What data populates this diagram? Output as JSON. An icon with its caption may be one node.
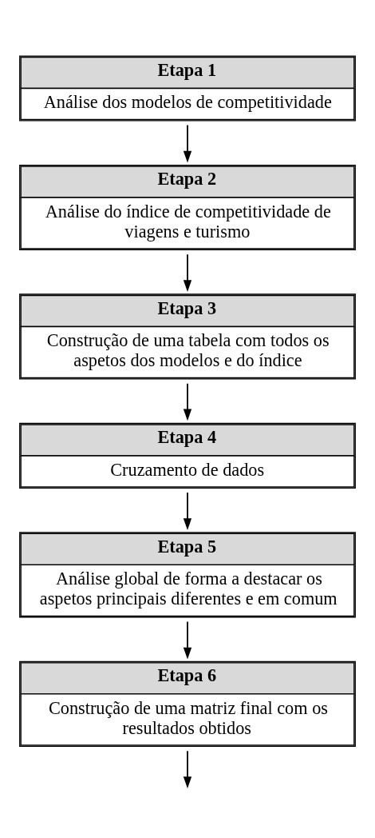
{
  "diagram": {
    "nodes": [
      {
        "text": [
          "Etapa 1",
          "Análise dos modelos de competitividade"
        ]
      },
      {
        "text": [
          "Etapa 2",
          "Análise do índice de competitividade de viagens e turismo"
        ]
      },
      {
        "text": [
          "Etapa 3",
          "Construção de uma tabela com todos os aspetos dos modelos e do índice"
        ]
      },
      {
        "text": [
          "Etapa 4",
          "Cruzamento de dados"
        ]
      },
      {
        "text": [
          "Etapa 5",
          "Análise global de forma a destacar os aspetos principais diferentes e em comum"
        ]
      },
      {
        "text": [
          "Etapa 6",
          "Construção de uma matriz final com os resultados obtidos"
        ]
      }
    ],
    "edges": [
      {
        "from": 0,
        "to": 1,
        "arrow": "to"
      },
      {
        "from": 1,
        "to": 2,
        "arrow": "to"
      },
      {
        "from": 2,
        "to": 3,
        "arrow": "to"
      },
      {
        "from": 3,
        "to": 4,
        "arrow": "to"
      },
      {
        "from": 4,
        "to": 5,
        "arrow": "to"
      },
      {
        "from": 5,
        "to": null,
        "arrow": "to"
      }
    ]
  }
}
